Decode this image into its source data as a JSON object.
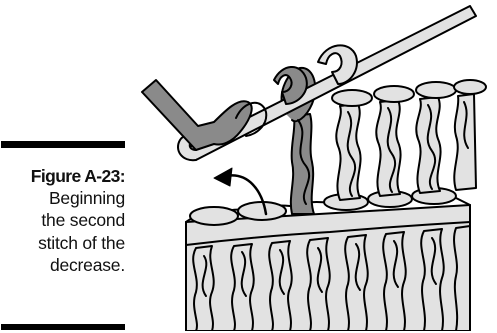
{
  "figure": {
    "label": "Figure A-23:",
    "caption_lines": [
      "Beginning",
      "the second",
      "stitch of the",
      "decrease."
    ]
  },
  "colors": {
    "yarn_light": "#e2e2e2",
    "yarn_dark": "#8a8a8a",
    "outline": "#000000",
    "background": "#ffffff"
  },
  "illustration": {
    "subject": "crochet hook working into crochet fabric with arrow showing insertion",
    "icons": [
      "crochet-hook-icon",
      "yarn-icon",
      "curved-arrow-icon"
    ]
  }
}
